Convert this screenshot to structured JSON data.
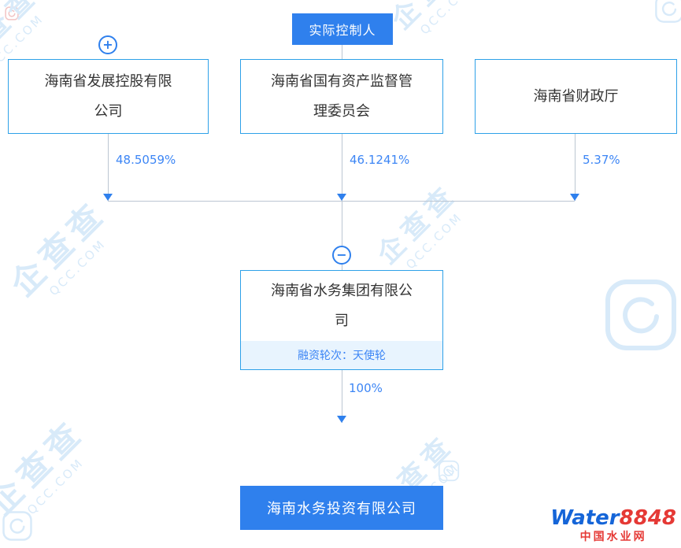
{
  "controller_badge": {
    "label": "实际控制人"
  },
  "shareholders": [
    {
      "name": "海南省发展控股有限公司",
      "percent": "48.5059%"
    },
    {
      "name": "海南省国有资产监督管理委员会",
      "percent": "46.1241%"
    },
    {
      "name": "海南省财政厅",
      "percent": "5.37%"
    }
  ],
  "company": {
    "name": "海南省水务集团有限公司",
    "financing_round": "融资轮次：天使轮"
  },
  "ownership": {
    "percent": "100%"
  },
  "subsidiary": {
    "name": "海南水务投资有限公司"
  },
  "icons": {
    "expand": "+",
    "collapse": "−"
  },
  "watermark": {
    "brand": "企查查",
    "domain": "QCC.COM"
  },
  "footer_logo": {
    "name_blue": "Water",
    "name_red": "8848",
    "tagline": "中国水业网"
  },
  "colors": {
    "primary_blue": "#2f80ed",
    "box_border": "#2ea1e8",
    "line": "#bcc6d2",
    "percent_text": "#3d86f5",
    "financing_bg": "#e8f4fe",
    "watermark": "#d8eaf9",
    "logo_blue": "#1565d8",
    "logo_red": "#e53935"
  }
}
